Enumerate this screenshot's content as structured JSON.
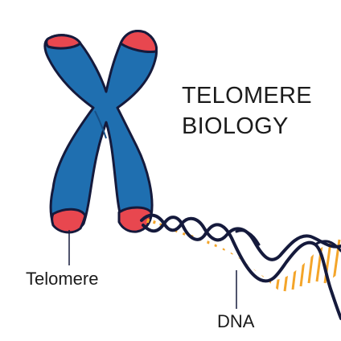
{
  "title": {
    "line1": "TELOMERE",
    "line2": "BIOLOGY"
  },
  "labels": {
    "telomere": "Telomere",
    "dna": "DNA"
  },
  "colors": {
    "chromosome": "#1f6fb0",
    "telomere_cap": "#e8474f",
    "outline": "#151a3c",
    "dna_rung": "#f4a52a",
    "text": "#1b1b1b"
  }
}
